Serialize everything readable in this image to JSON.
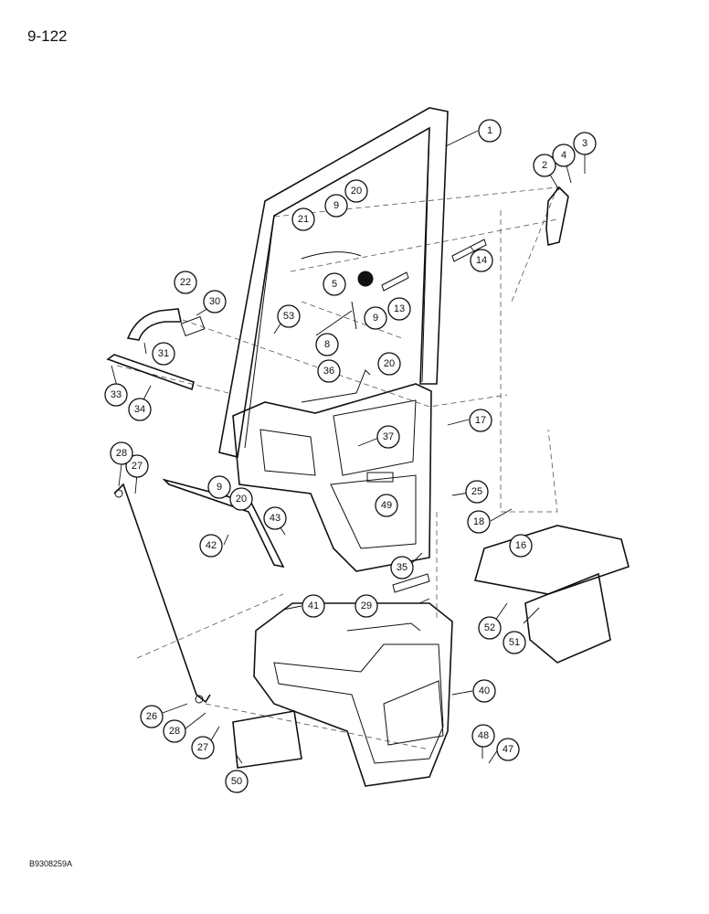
{
  "page_number": "9-122",
  "figure_code": "B9308259A",
  "callouts": [
    "1",
    "2",
    "3",
    "4",
    "5",
    "8",
    "9",
    "13",
    "14",
    "16",
    "17",
    "18",
    "20",
    "21",
    "22",
    "25",
    "26",
    "27",
    "28",
    "29",
    "30",
    "31",
    "33",
    "34",
    "35",
    "36",
    "37",
    "40",
    "41",
    "42",
    "43",
    "47",
    "48",
    "49",
    "50",
    "51",
    "52",
    "53"
  ]
}
